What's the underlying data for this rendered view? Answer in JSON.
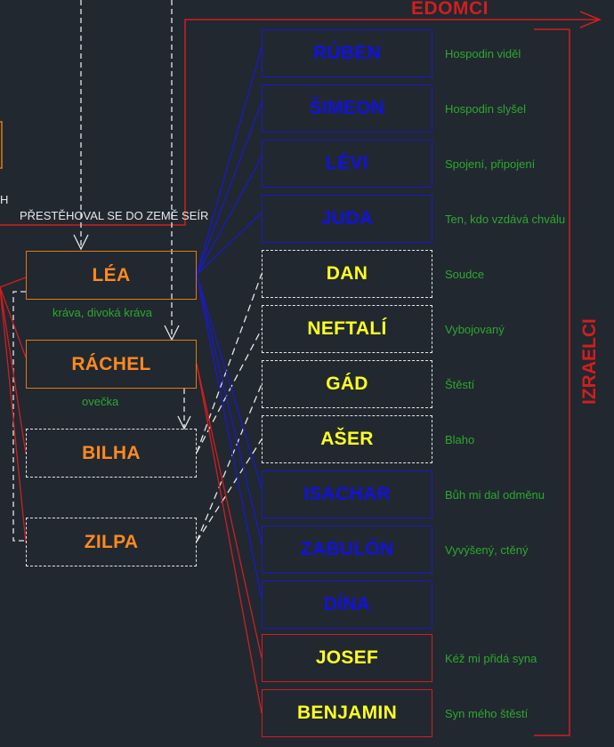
{
  "labels": {
    "edomci": "EDOMCI",
    "izraelci": "IZRAELCI",
    "move_note": "PŘESTĚHOVAL SE DO ZEMĚ SEÍR",
    "edge_char": "H"
  },
  "mothers": [
    {
      "name": "LÉA",
      "meaning": "kráva, divoká kráva",
      "style": "mom"
    },
    {
      "name": "RÁCHEL",
      "meaning": "ovečka",
      "style": "mom"
    },
    {
      "name": "BILHA",
      "meaning": "",
      "style": "maid"
    },
    {
      "name": "ZILPA",
      "meaning": "",
      "style": "maid"
    }
  ],
  "children": [
    {
      "name": "RÚBEN",
      "meaning": "Hospodin viděl",
      "style": "blue"
    },
    {
      "name": "ŠIMEON",
      "meaning": "Hospodin slyšel",
      "style": "blue"
    },
    {
      "name": "LÉVI",
      "meaning": "Spojení, připojení",
      "style": "blue"
    },
    {
      "name": "JUDA",
      "meaning": "Ten, kdo vzdává chválu",
      "style": "blue"
    },
    {
      "name": "DAN",
      "meaning": "Soudce",
      "style": "dashed"
    },
    {
      "name": "NEFTALÍ",
      "meaning": "Vybojovaný",
      "style": "dashed"
    },
    {
      "name": "GÁD",
      "meaning": "Štěstí",
      "style": "dashed"
    },
    {
      "name": "AŠER",
      "meaning": "Blaho",
      "style": "dashed"
    },
    {
      "name": "ISACHAR",
      "meaning": "Bůh mi dal odměnu",
      "style": "blue"
    },
    {
      "name": "ZABULÓN",
      "meaning": "Vyvýšený, ctěný",
      "style": "blue"
    },
    {
      "name": "DÍNA",
      "meaning": "",
      "style": "blue"
    },
    {
      "name": "JOSEF",
      "meaning": "Kéž mi přidá syna",
      "style": "red"
    },
    {
      "name": "BENJAMIN",
      "meaning": "Syn mého štěstí",
      "style": "red"
    }
  ],
  "colors": {
    "background": "#212830",
    "blue": "#1212e0",
    "red": "#d21e1e",
    "orange": "#ff8a1e",
    "yellow": "#ffff22",
    "green": "#2ea82e",
    "white": "#e8e8e8"
  }
}
